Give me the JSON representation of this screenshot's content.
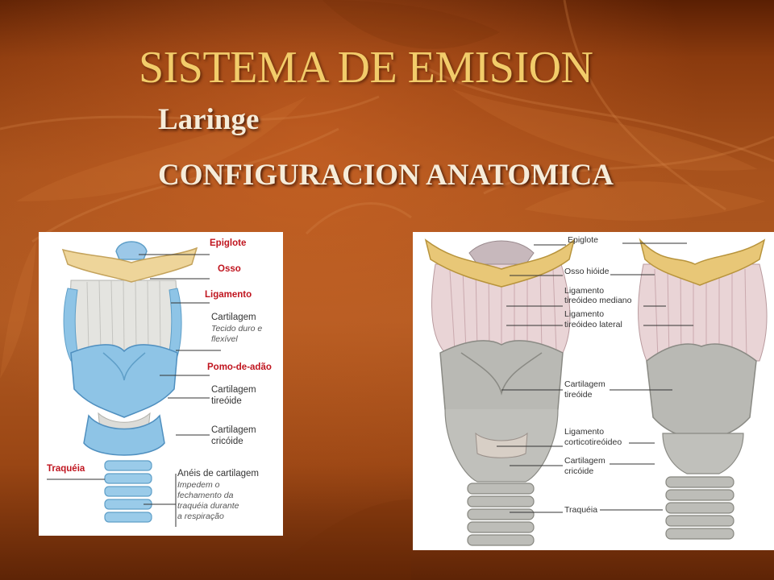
{
  "slide": {
    "title": "SISTEMA DE EMISION",
    "subtitle1": "Laringe",
    "subtitle2": "CONFIGURACION ANATOMICA"
  },
  "figure_left": {
    "labels": {
      "epiglote": "Epiglote",
      "osso": "Osso",
      "ligamento": "Ligamento",
      "cartilagem": "Cartilagem",
      "cartilagem_desc1": "Tecido duro e",
      "cartilagem_desc2": "flexível",
      "pomo": "Pomo-de-adão",
      "tireoide1": "Cartilagem",
      "tireoide2": "tireóide",
      "cricoide1": "Cartilagem",
      "cricoide2": "cricóide",
      "traqueia": "Traquéia",
      "aneis": "Anéis de cartilagem",
      "aneis_desc1": "Impedem o",
      "aneis_desc2": "fechamento da",
      "aneis_desc3": "traquéia durante",
      "aneis_desc4": "a respiração"
    }
  },
  "figure_right": {
    "labels": {
      "epiglote": "Epiglote",
      "osso_hioide": "Osso hióide",
      "lig_mediano1": "Ligamento",
      "lig_mediano2": "tireóideo mediano",
      "lig_lateral1": "Ligamento",
      "lig_lateral2": "tireóideo lateral",
      "tireoide1": "Cartilagem",
      "tireoide2": "tireóide",
      "lig_crico1": "Ligamento",
      "lig_crico2": "corticotireóideo",
      "cricoide1": "Cartilagem",
      "cricoide2": "cricóide",
      "traqueia": "Traquéia"
    }
  },
  "colors": {
    "background": "#a8521c",
    "title": "#f2cc6a",
    "subtitle": "#f6ecd9",
    "label_red": "#c0151f",
    "cartilage_blue": "#8ec4e6",
    "cartilage_gray": "#b9b9b4",
    "hyoid_yellow": "#e8c777"
  }
}
